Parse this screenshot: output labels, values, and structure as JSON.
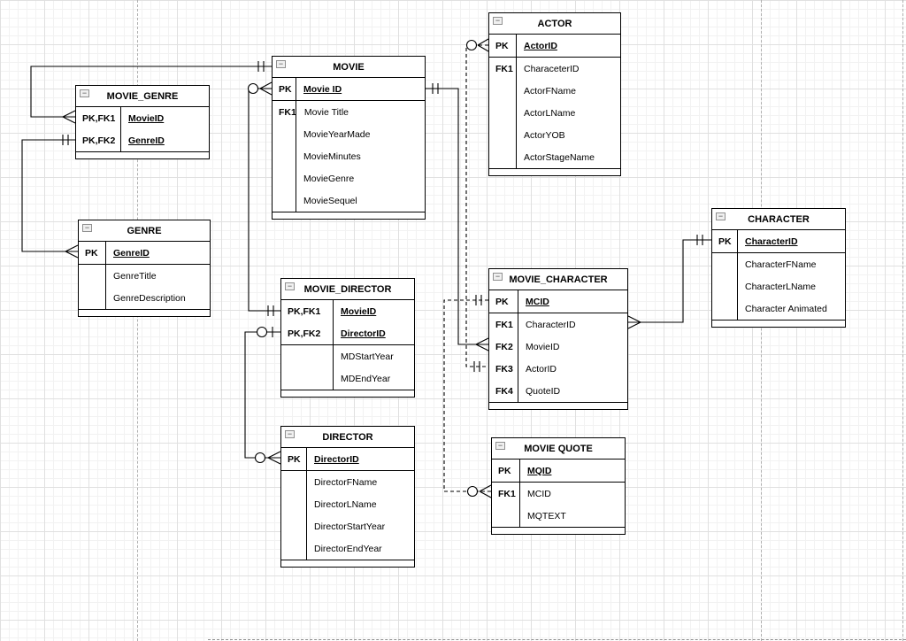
{
  "ui": {
    "collapse_glyph": "−"
  },
  "colors": {
    "background": "#ffffff",
    "grid_minor": "#f2f2f2",
    "grid_major": "#e0e0e0",
    "page_break_dash": "#b0b0b0",
    "table_border": "#000000",
    "connector": "#000000",
    "text": "#000000"
  },
  "diagram": {
    "type": "entity-relationship-diagram",
    "notation": "crow's-foot",
    "entities": [
      {
        "id": "movie_genre",
        "name": "MOVIE_GENRE",
        "rows": [
          {
            "key": "PK,FK1",
            "field": "MovieID"
          },
          {
            "key": "PK,FK2",
            "field": "GenreID"
          }
        ]
      },
      {
        "id": "movie",
        "name": "MOVIE",
        "rows": [
          {
            "key": "PK",
            "field": "Movie ID"
          },
          {
            "key": "FK1",
            "field": "Movie Title"
          },
          {
            "key": "",
            "field": "MovieYearMade"
          },
          {
            "key": "",
            "field": "MovieMinutes"
          },
          {
            "key": "",
            "field": "MovieGenre"
          },
          {
            "key": "",
            "field": "MovieSequel"
          }
        ]
      },
      {
        "id": "actor",
        "name": "ACTOR",
        "rows": [
          {
            "key": "PK",
            "field": "ActorID"
          },
          {
            "key": "FK1",
            "field": "CharaceterID"
          },
          {
            "key": "",
            "field": "ActorFName"
          },
          {
            "key": "",
            "field": "ActorLName"
          },
          {
            "key": "",
            "field": "ActorYOB"
          },
          {
            "key": "",
            "field": "ActorStageName"
          }
        ]
      },
      {
        "id": "genre",
        "name": "GENRE",
        "rows": [
          {
            "key": "PK",
            "field": "GenreID"
          },
          {
            "key": "",
            "field": "GenreTitle"
          },
          {
            "key": "",
            "field": "GenreDescription"
          }
        ]
      },
      {
        "id": "movie_director",
        "name": "MOVIE_DIRECTOR",
        "rows": [
          {
            "key": "PK,FK1",
            "field": "MovieID"
          },
          {
            "key": "PK,FK2",
            "field": "DirectorID"
          },
          {
            "key": "",
            "field": "MDStartYear"
          },
          {
            "key": "",
            "field": "MDEndYear"
          }
        ]
      },
      {
        "id": "movie_character",
        "name": "MOVIE_CHARACTER",
        "rows": [
          {
            "key": "PK",
            "field": "MCID"
          },
          {
            "key": "FK1",
            "field": "CharacterID"
          },
          {
            "key": "FK2",
            "field": "MovieID"
          },
          {
            "key": "FK3",
            "field": "ActorID"
          },
          {
            "key": "FK4",
            "field": "QuoteID"
          }
        ]
      },
      {
        "id": "character",
        "name": "CHARACTER",
        "rows": [
          {
            "key": "PK",
            "field": "CharacterID"
          },
          {
            "key": "",
            "field": "CharacterFName"
          },
          {
            "key": "",
            "field": "CharacterLName"
          },
          {
            "key": "",
            "field": "Character Animated"
          }
        ]
      },
      {
        "id": "director",
        "name": "DIRECTOR",
        "rows": [
          {
            "key": "PK",
            "field": "DirectorID"
          },
          {
            "key": "",
            "field": "DirectorFName"
          },
          {
            "key": "",
            "field": "DirectorLName"
          },
          {
            "key": "",
            "field": "DirectorStartYear"
          },
          {
            "key": "",
            "field": "DirectorEndYear"
          }
        ]
      },
      {
        "id": "movie_quote",
        "name": "MOVIE QUOTE",
        "rows": [
          {
            "key": "PK",
            "field": "MQID"
          },
          {
            "key": "FK1",
            "field": "MCID"
          },
          {
            "key": "",
            "field": "MQTEXT"
          }
        ]
      }
    ],
    "relationships": [
      {
        "from": "MOVIE.Movie ID",
        "from_symbol": "one-and-only-one (||)",
        "to": "MOVIE_GENRE.MovieID",
        "to_symbol": "many (crow)",
        "line": "solid"
      },
      {
        "from": "MOVIE_GENRE.GenreID",
        "from_symbol": "one-and-only-one (||)",
        "to": "GENRE.GenreID",
        "to_symbol": "many (crow)",
        "line": "solid"
      },
      {
        "from": "MOVIE.Movie ID",
        "from_symbol": "zero-or-many (o<)",
        "to": "MOVIE_DIRECTOR.MovieID",
        "to_symbol": "one-and-only-one (||)",
        "line": "solid"
      },
      {
        "from": "MOVIE_DIRECTOR.DirectorID",
        "from_symbol": "zero-or-one (o|)",
        "to": "DIRECTOR.DirectorID",
        "to_symbol": "zero-or-many (o<)",
        "line": "solid"
      },
      {
        "from": "MOVIE.Movie ID",
        "from_symbol": "one-and-only-one (||)",
        "to": "MOVIE_CHARACTER.MovieID",
        "to_symbol": "many (crow)",
        "line": "solid"
      },
      {
        "from": "ACTOR.ActorID",
        "from_symbol": "zero-or-many (o<)",
        "to": "MOVIE_CHARACTER.ActorID",
        "to_symbol": "one-and-only-one (||)",
        "line": "dashed"
      },
      {
        "from": "MOVIE_CHARACTER.MCID",
        "from_symbol": "one-and-only-one (||)",
        "to": "MOVIE QUOTE.MCID",
        "to_symbol": "zero-or-many (o<)",
        "line": "dashed"
      },
      {
        "from": "MOVIE_CHARACTER.CharacterID",
        "from_symbol": "many (crow)",
        "to": "CHARACTER.CharacterID",
        "to_symbol": "one-and-only-one (||)",
        "line": "solid"
      }
    ]
  }
}
